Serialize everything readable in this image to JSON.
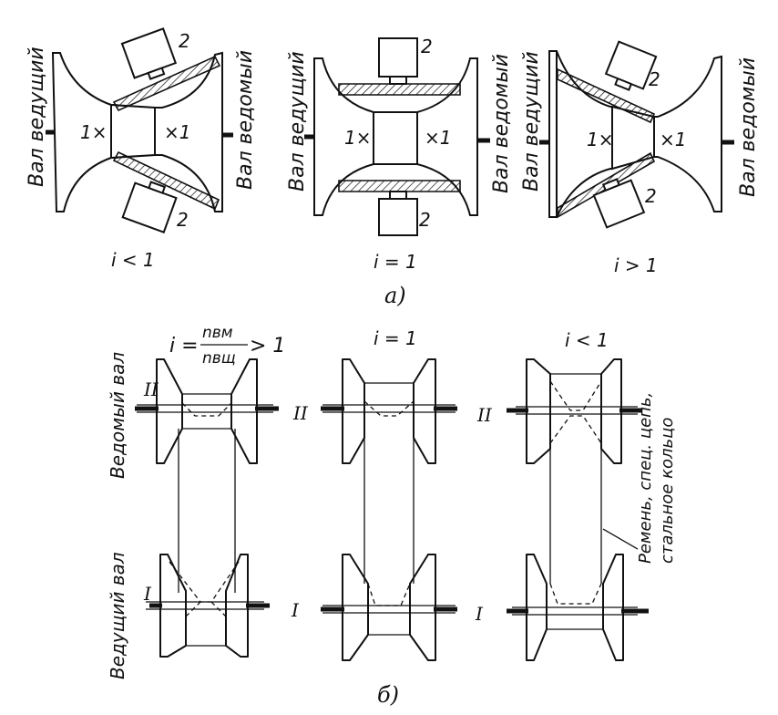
{
  "part_a": {
    "caption": "а)",
    "drive_shaft_label": "Вал ведущий",
    "driven_shaft_label": "Вал ведомый",
    "roller_number": "2",
    "left_point": "1×",
    "right_point": "×1",
    "panels": [
      {
        "ratio": "i < 1"
      },
      {
        "ratio": "i = 1"
      },
      {
        "ratio": "i > 1"
      }
    ]
  },
  "part_b": {
    "caption": "б)",
    "driven_shaft_label": "Ведомый вал",
    "drive_shaft_label": "Ведущий вал",
    "upper_shaft_numeral": "II",
    "lower_shaft_numeral": "I",
    "formula": {
      "lhs": "i =",
      "numerator": "nвм",
      "denominator": "nвщ",
      "rhs": "> 1"
    },
    "middle_ratio": "i = 1",
    "right_ratio": "i < 1",
    "belt_label_line1": "Ремень, спец. цепь,",
    "belt_label_line2": "стальное кольцо"
  }
}
